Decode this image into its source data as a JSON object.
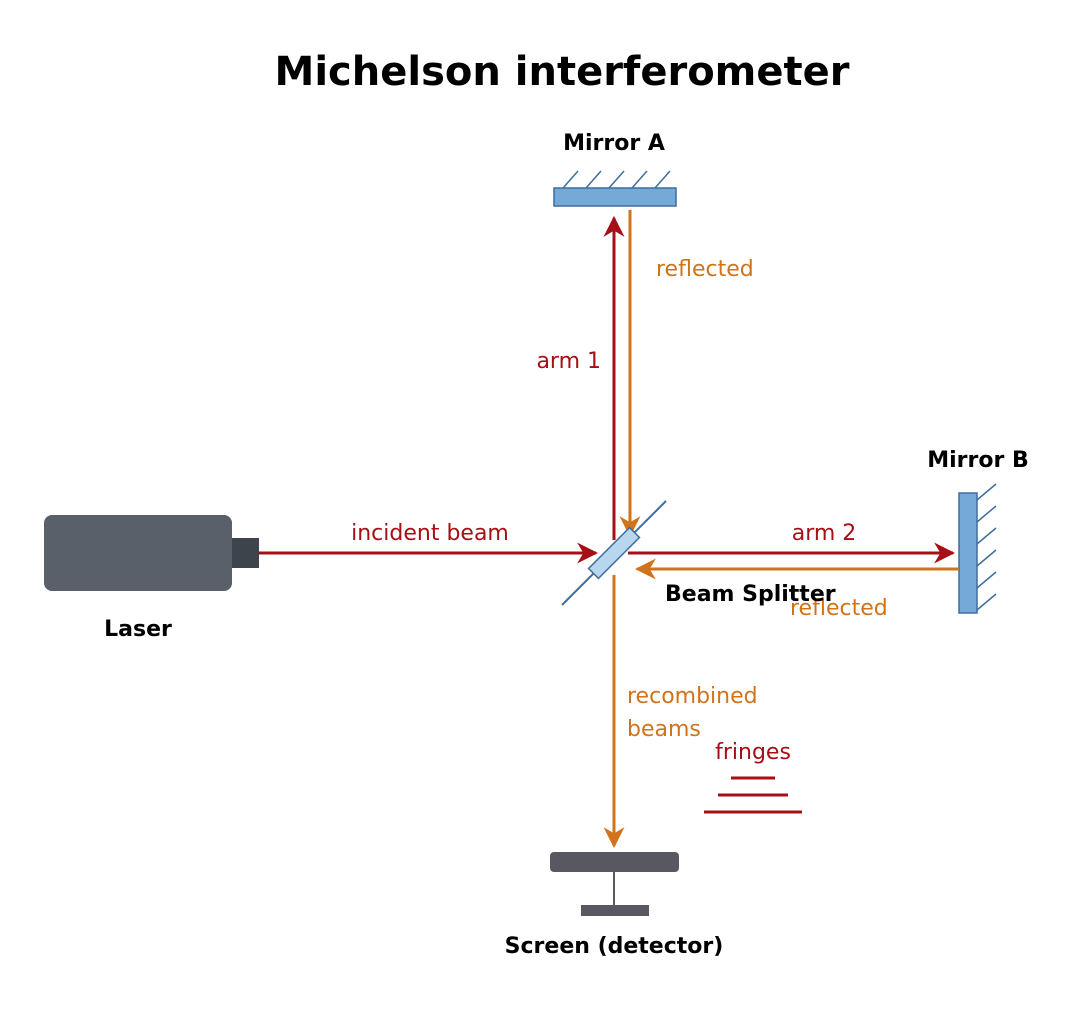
{
  "title": "Michelson interferometer",
  "labels": {
    "mirror_a": "Mirror A",
    "mirror_b": "Mirror B",
    "laser": "Laser",
    "beam_splitter": "Beam Splitter",
    "screen": "Screen (detector)",
    "incident_beam": "incident beam",
    "arm1": "arm 1",
    "arm2": "arm 2",
    "reflected_a": "reflected",
    "reflected_b": "reflected",
    "recombined_line1": "recombined",
    "recombined_line2": "beams",
    "fringes": "fringes"
  },
  "colors": {
    "beam_red": "#a50f15",
    "beam_orange": "#d0731a",
    "mirror_fill": "#74a9d8",
    "mirror_stroke": "#3d6e9e",
    "laser_body": "#5a6069",
    "laser_nozzle": "#3e444c",
    "screen": "#585862"
  },
  "icons": {
    "laser": "laser-icon",
    "mirror_a": "mirror-icon",
    "mirror_b": "mirror-icon",
    "beam_splitter": "beam-splitter-icon",
    "screen": "screen-icon"
  }
}
